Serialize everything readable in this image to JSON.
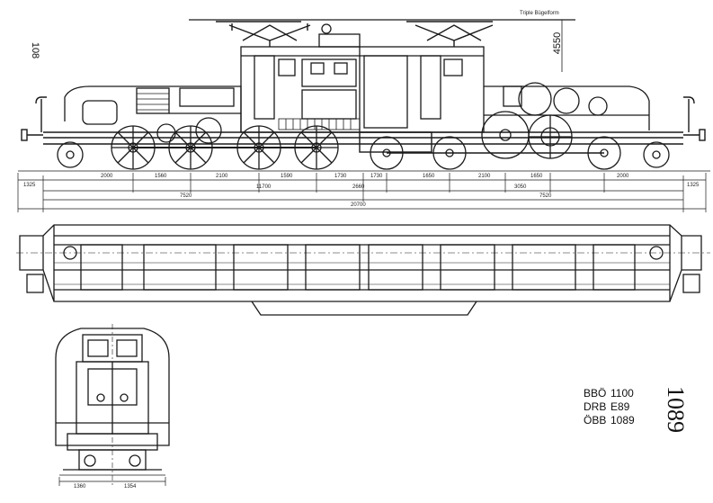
{
  "sheet": {
    "page_number": "108",
    "series_number": "1089",
    "height_dimension": "4550",
    "pantograph_note": "Triple Bügelform",
    "classifications": [
      {
        "railway": "BBÖ",
        "number": "1100"
      },
      {
        "railway": "DRB",
        "number": "E89"
      },
      {
        "railway": "ÖBB",
        "number": "1089"
      }
    ]
  },
  "dimensions": {
    "overall_length": "20700",
    "half_left": "7520",
    "half_right": "7520",
    "bogie_left": "11700",
    "centre": "2660",
    "end_left": "1325",
    "end_right": "1325",
    "wheelbase_row": [
      "2000",
      "1560",
      "2100",
      "1590",
      "1730",
      "1730",
      "1650",
      "2100",
      "1650",
      "2000"
    ],
    "mid_row": "3050",
    "front_view_base": [
      "1360",
      "1354"
    ]
  },
  "colors": {
    "ink": "#1a1a1a",
    "paper": "#ffffff"
  }
}
